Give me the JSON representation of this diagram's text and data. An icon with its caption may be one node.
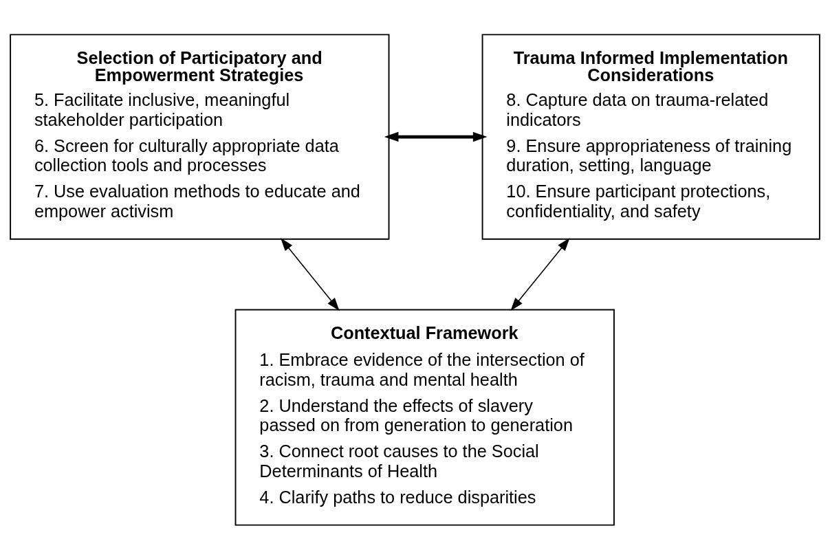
{
  "diagram": {
    "nodes": [
      {
        "text": [
          "Contextual Framework",
          "1. Embrace evidence of the intersection of racism, trauma and mental health",
          "2. Understand the effects of slavery passed on from generation to generation",
          "3. Connect root causes to the Social Determinants of Health",
          "4. Clarify paths to reduce disparities"
        ]
      },
      {
        "text": [
          "Selection of Participatory and Empowerment Strategies",
          "5. Facilitate inclusive, meaningful stakeholder participation",
          "6. Screen for culturally appropriate data collection tools and processes",
          "7. Use evaluation methods to educate and empower activism"
        ]
      },
      {
        "text": [
          "Trauma Informed Implementation Considerations",
          "8. Capture data on trauma-related indicators",
          "9. Ensure appropriateness of training duration, setting, language",
          "10. Ensure participant protections, confidentiality, and safety"
        ]
      }
    ],
    "edges": [
      {
        "from": 1,
        "to": 0,
        "arrow": "both"
      },
      {
        "from": 2,
        "to": 0,
        "arrow": "both"
      },
      {
        "from": 1,
        "to": 2,
        "arrow": "both",
        "style": "thick"
      }
    ]
  }
}
